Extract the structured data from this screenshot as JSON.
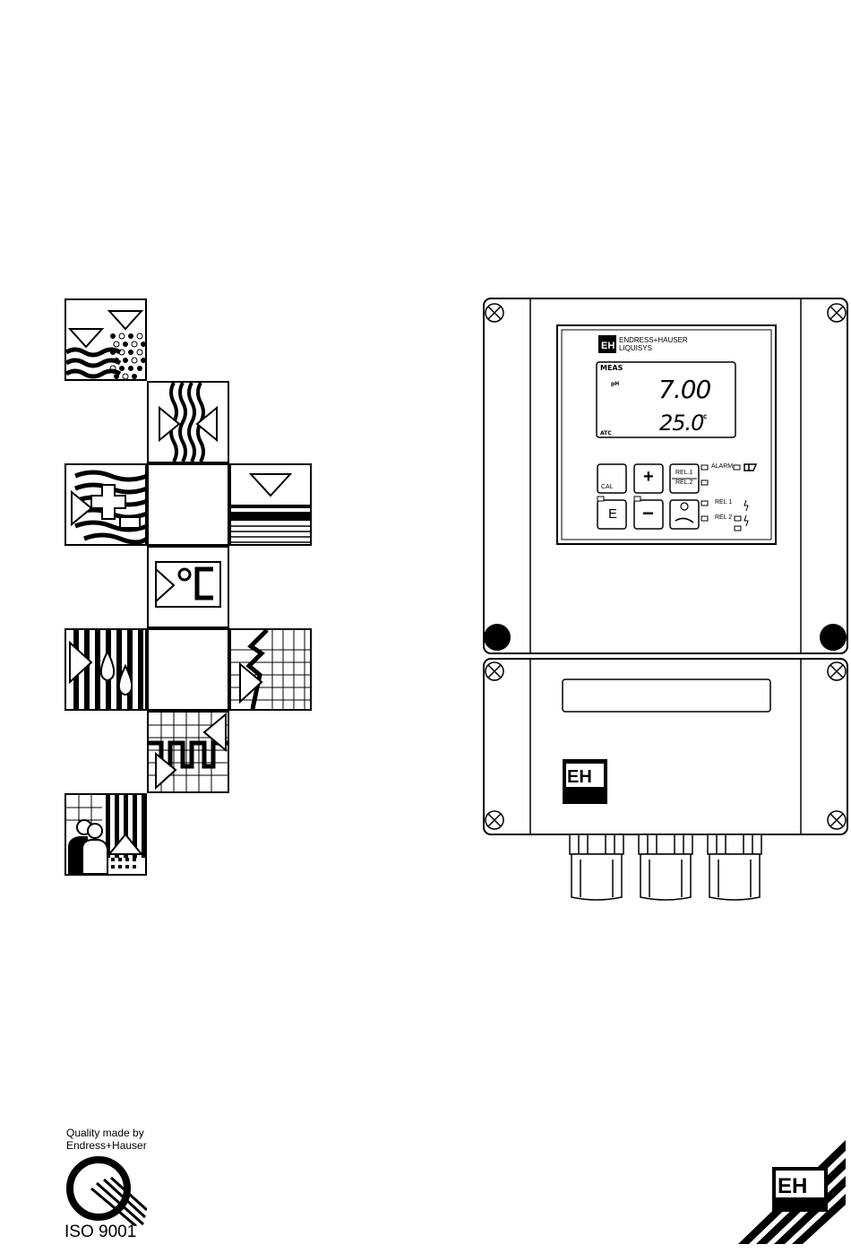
{
  "quality": {
    "line1": "Quality made by",
    "line2": "Endress+Hauser",
    "iso": "ISO 9001"
  },
  "device": {
    "brand_line1": "ENDRESS+HAUSER",
    "brand_line2": "LIQUISYS",
    "display": {
      "mode": "MEAS",
      "unit_label": "pH",
      "main_value": "7.00",
      "temp_value": "25.0",
      "temp_unit": "°C",
      "comp_label": "ATC"
    },
    "keys": {
      "cal": "CAL",
      "plus": "+",
      "minus": "−",
      "enter": "E",
      "rel1": "REL.1",
      "rel2": "REL.2"
    },
    "indicators": {
      "alarm": "ALARM",
      "rel1": "REL 1",
      "rel2": "REL 2"
    }
  },
  "icons": [
    "wastewater-icon",
    "flow-icon",
    "medical-icon",
    "level-icon",
    "temperature-icon",
    "rain-icon",
    "crack-icon",
    "process-icon",
    "people-icon"
  ],
  "colors": {
    "ink": "#000000",
    "paper": "#ffffff"
  }
}
